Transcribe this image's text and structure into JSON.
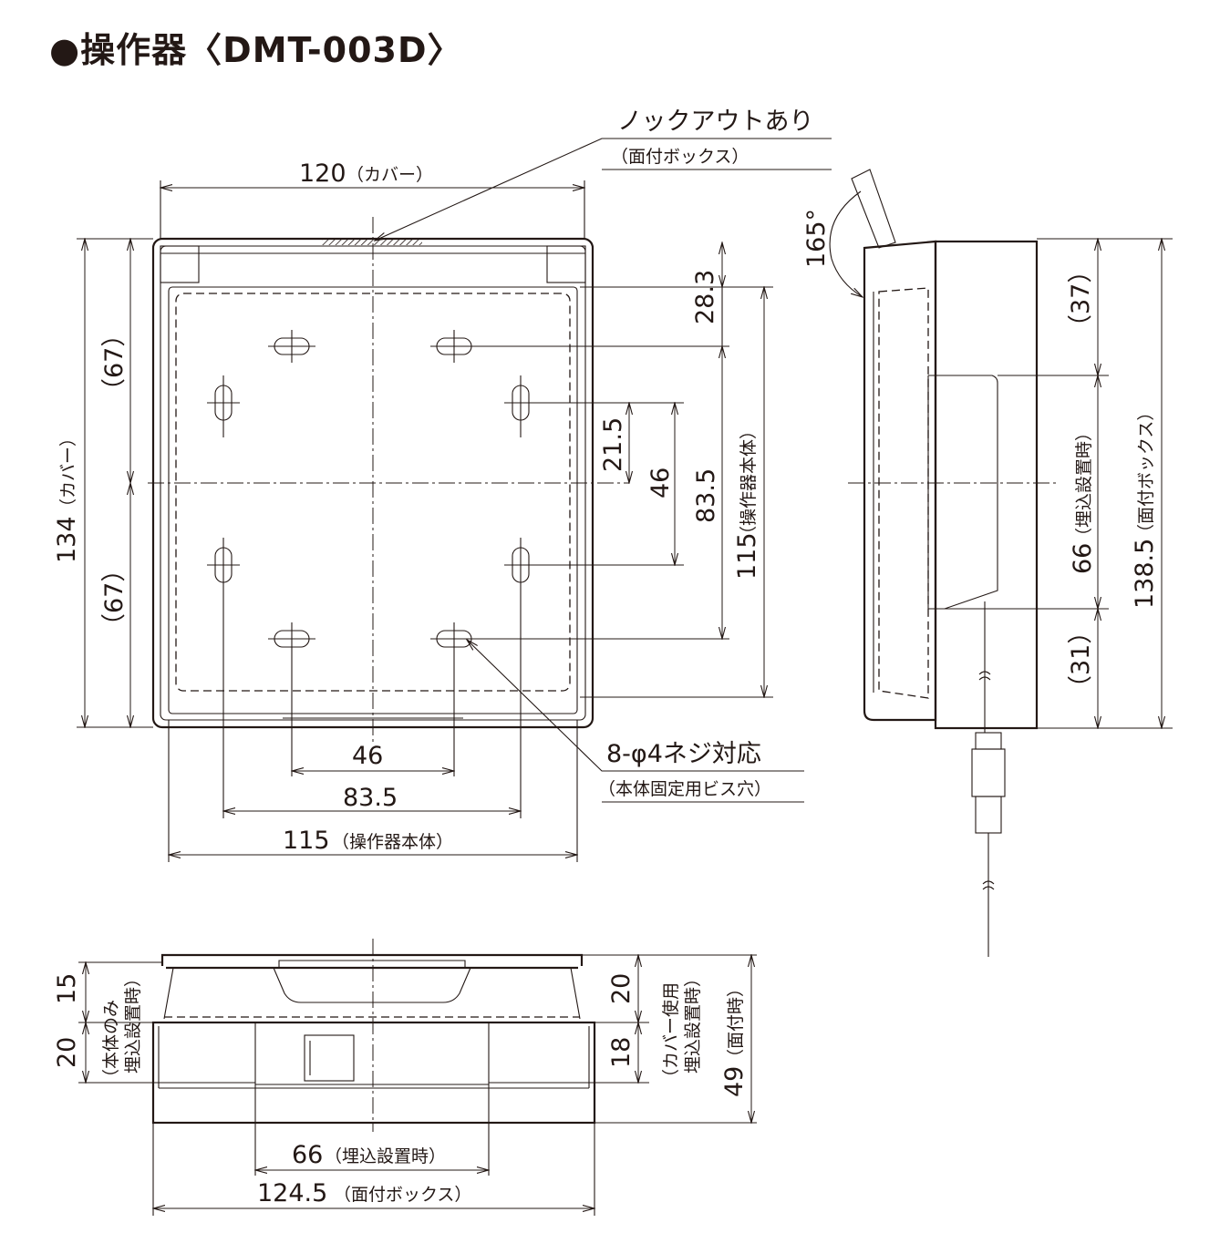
{
  "title": "●操作器〈DMT-003D〉",
  "front_view": {
    "knockout_label": "ノックアウトあり",
    "knockout_sub": "（面付ボックス）",
    "cover_width": "120",
    "cover_width_note": "（カバー）",
    "cover_height": "134",
    "cover_height_note": "（カバー）",
    "upper_half": "（67）",
    "lower_half": "（67）",
    "top_offset": "28.3",
    "offset_21_5": "21.5",
    "pitch_46_v": "46",
    "pitch_83_5_v": "83.5",
    "body_height": "115",
    "body_height_note": "（操作器本体）",
    "pitch_46_h": "46",
    "pitch_83_5_h": "83.5",
    "body_width": "115",
    "body_width_note": "（操作器本体）",
    "screw_label": "8-φ4ネジ対応",
    "screw_sub": "（本体固定用ビス穴）"
  },
  "side_view": {
    "angle": "165°",
    "top_part": "（37）",
    "middle": "66",
    "middle_note": "（埋込設置時）",
    "bottom_part": "（31）",
    "box_height": "138.5",
    "box_height_note": "（面付ボックス）"
  },
  "bottom_view": {
    "d15": "15",
    "d20_left": "20",
    "note_body_only_1": "（本体のみ",
    "note_body_only_2": "埋込設置時）",
    "d20_right": "20",
    "d18": "18",
    "note_cover_1": "（カバー使用",
    "note_cover_2": "埋込設置時）",
    "d49": "49",
    "d49_note": "（面付時）",
    "width_66": "66",
    "width_66_note": "（埋込設置時）",
    "width_124_5": "124.5",
    "width_124_5_note": "（面付ボックス）"
  }
}
